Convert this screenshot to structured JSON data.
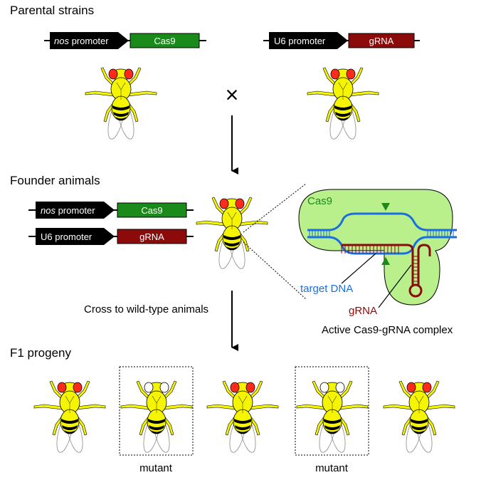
{
  "sections": {
    "parental": "Parental strains",
    "founder": "Founder animals",
    "f1": "F1 progeny"
  },
  "constructs": {
    "nos_italic": "nos",
    "nos_rest": " promoter",
    "cas9": "Cas9",
    "u6": "U6 promoter",
    "grna": "gRNA"
  },
  "cross_symbol": "×",
  "cross_label": "Cross to wild-type animals",
  "complex": {
    "cas9_label": "Cas9",
    "target_dna_label": "target DNA",
    "grna_label": "gRNA",
    "caption": "Active Cas9-gRNA complex"
  },
  "mutant_label": "mutant",
  "colors": {
    "cas9_box": "#1a8a1a",
    "grna_box": "#8b0a0a",
    "dna_blue": "#1a6ee0",
    "grna_red": "#8b0a0a",
    "complex_fill": "#b9f08c",
    "complex_label": "#1a8a1a",
    "fly_body": "#f5f500",
    "fly_eye": "#ff2a1a"
  },
  "progeny": [
    {
      "eyes": "red",
      "outlined": false
    },
    {
      "eyes": "white",
      "outlined": true,
      "label": "mutant"
    },
    {
      "eyes": "red",
      "outlined": false
    },
    {
      "eyes": "white",
      "outlined": true,
      "label": "mutant"
    },
    {
      "eyes": "red",
      "outlined": false
    }
  ]
}
